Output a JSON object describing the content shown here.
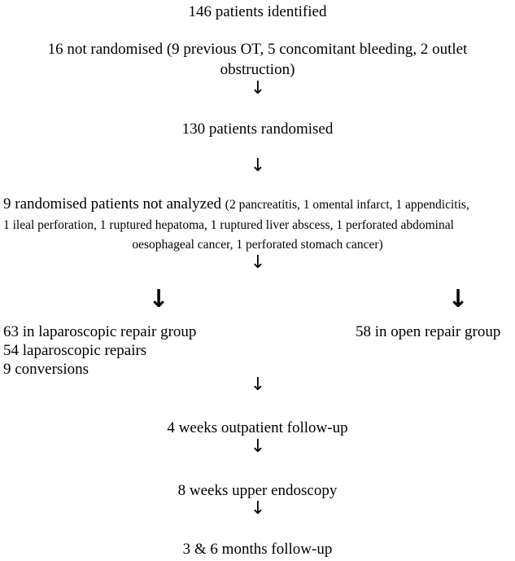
{
  "flow": {
    "identified": "146 patients identified",
    "not_randomised_line1": "16 not randomised (9 previous OT, 5 concomitant bleeding, 2 outlet",
    "not_randomised_line2": "obstruction)",
    "randomised": "130 patients randomised",
    "not_analyzed_head": "9 randomised patients not analyzed",
    "not_analyzed_detail1": "(2 pancreatitis, 1 omental infarct, 1 appendicitis,",
    "not_analyzed_detail2": "1 ileal perforation, 1 ruptured hepatoma, 1 ruptured liver abscess, 1 perforated abdominal",
    "not_analyzed_detail3": "oesophageal cancer, 1 perforated stomach cancer)",
    "lap_group": "63 in laparoscopic repair group",
    "lap_repairs": "54 laparoscopic repairs",
    "lap_conversions": "9 conversions",
    "open_group": "58 in open repair group",
    "followup_4w": "4 weeks outpatient follow-up",
    "endoscopy_8w": "8 weeks upper endoscopy",
    "followup_3_6m": "3 & 6 months follow-up"
  },
  "icons": {
    "arrow": "↓"
  }
}
